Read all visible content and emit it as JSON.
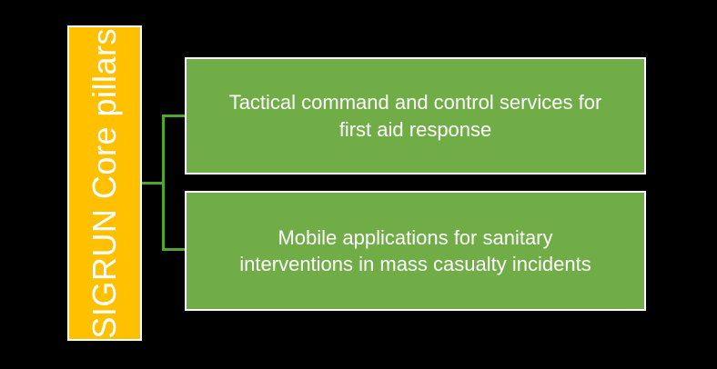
{
  "colors": {
    "background": "#000000",
    "pillar-fill": "#FFC000",
    "box-fill": "#70AD47",
    "connector": "#4EA72E",
    "border": "#FFFFFF",
    "text": "#FFFFFF"
  },
  "diagram": {
    "pillar": {
      "label": "SIGRUN Core pillars"
    },
    "branches": [
      {
        "label": "Tactical command and control services for first aid response",
        "lines": [
          "Tactical command and control services for",
          "first aid response"
        ]
      },
      {
        "label": "Mobile applications for sanitary interventions in mass casualty incidents",
        "lines": [
          "Mobile applications for sanitary",
          "interventions in mass casualty incidents"
        ]
      }
    ]
  }
}
